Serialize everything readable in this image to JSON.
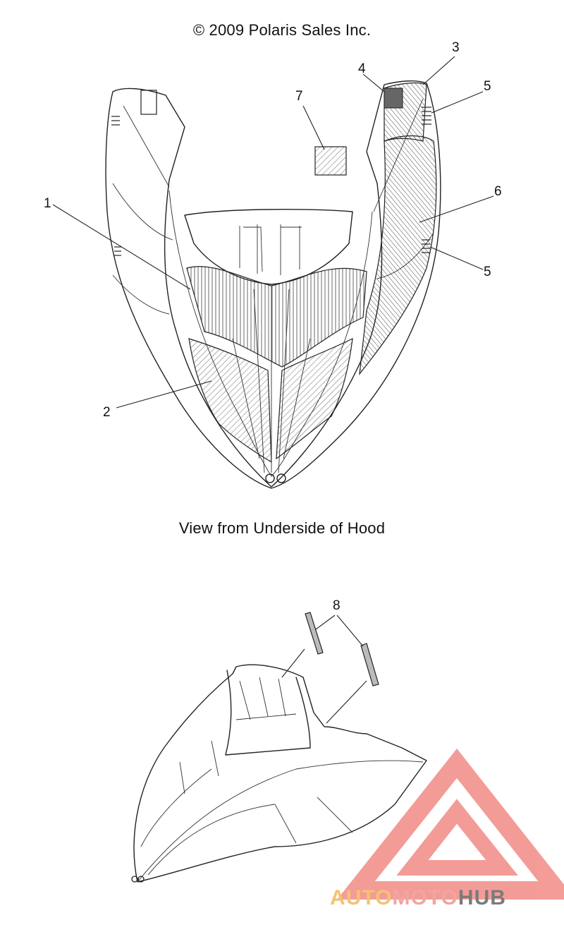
{
  "copyright": "© 2009 Polaris Sales Inc.",
  "view_caption": "View from Underside of Hood",
  "callouts": [
    {
      "id": "c1",
      "label": "1"
    },
    {
      "id": "c2",
      "label": "2"
    },
    {
      "id": "c3",
      "label": "3"
    },
    {
      "id": "c4",
      "label": "4"
    },
    {
      "id": "c5a",
      "label": "5"
    },
    {
      "id": "c5b",
      "label": "5"
    },
    {
      "id": "c6",
      "label": "6"
    },
    {
      "id": "c7",
      "label": "7"
    },
    {
      "id": "c8",
      "label": "8"
    }
  ],
  "watermark": {
    "part1": "AUTO",
    "part2": "MOTO",
    "part3": "HUB"
  },
  "colors": {
    "line": "#222222",
    "hatch": "#444444",
    "watermark_red": "#f28b86",
    "watermark_orange": "#f5c271",
    "watermark_gray": "#7b7b7b"
  }
}
